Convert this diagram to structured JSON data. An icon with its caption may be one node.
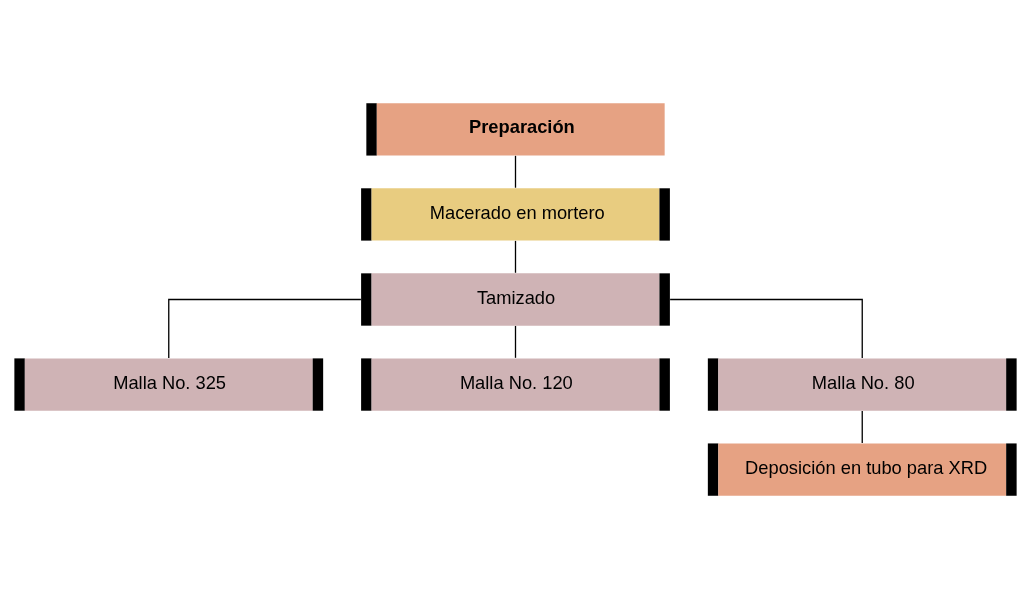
{
  "diagram": {
    "nodes": [
      {
        "text": [
          "Preparación"
        ]
      },
      {
        "text": [
          "Macerado en mortero"
        ]
      },
      {
        "text": [
          "Tamizado"
        ]
      },
      {
        "text": [
          "Malla No. 325"
        ]
      },
      {
        "text": [
          "Malla No. 120"
        ]
      },
      {
        "text": [
          "Malla No. 80"
        ]
      },
      {
        "text": [
          "Deposición en tubo para XRD"
        ]
      }
    ],
    "edges": [
      {
        "from": 0,
        "to": 1,
        "arrow": "none"
      },
      {
        "from": 1,
        "to": 2,
        "arrow": "none"
      },
      {
        "from": 2,
        "to": 3,
        "arrow": "none"
      },
      {
        "from": 2,
        "to": 4,
        "arrow": "none"
      },
      {
        "from": 2,
        "to": 5,
        "arrow": "none"
      },
      {
        "from": 5,
        "to": 6,
        "arrow": "none"
      }
    ]
  }
}
